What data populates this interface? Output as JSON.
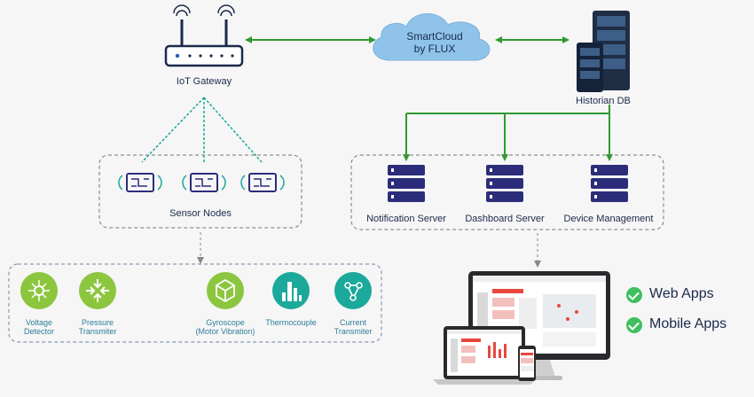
{
  "nodes": {
    "iot_gateway": "IoT Gateway",
    "cloud_line1": "SmartCloud",
    "cloud_line2": "by FLUX",
    "historian_db": "Historian DB",
    "sensor_nodes": "Sensor Nodes",
    "notification_server": "Notification Server",
    "dashboard_server": "Dashboard Server",
    "device_management": "Device Management"
  },
  "sensors": [
    {
      "line1": "Voltage",
      "line2": "Detector"
    },
    {
      "line1": "Pressure",
      "line2": "Transmiter"
    },
    {
      "line1": "Gyroscope",
      "line2": "(Motor Vibration)"
    },
    {
      "line1": "Thermocouple",
      "line2": ""
    },
    {
      "line1": "Current",
      "line2": "Transmiter"
    }
  ],
  "apps": [
    "Web Apps",
    "Mobile Apps"
  ],
  "colors": {
    "accent_green": "#2f9a2f",
    "teal": "#1aa99a",
    "server_navy": "#2c2d7a",
    "sensor_green": "#8cc63f"
  }
}
